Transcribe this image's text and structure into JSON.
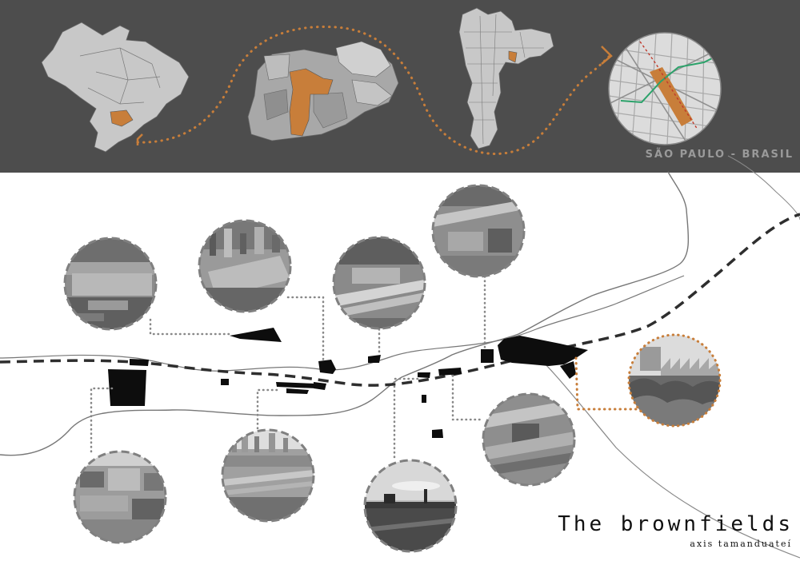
{
  "header": {
    "location_caption": "SÃO PAULO - BRASIL",
    "maps": [
      {
        "name": "brazil-map",
        "highlight": "São Paulo state"
      },
      {
        "name": "state-map",
        "highlight": "Metropolitan region"
      },
      {
        "name": "city-map",
        "highlight": "Tamanduateí area"
      },
      {
        "name": "zoom-map",
        "highlight": "Study corridor"
      }
    ]
  },
  "title": {
    "main": "The brownfields",
    "sub": "axis tamanduateí"
  },
  "photos": [
    {
      "name": "aerial-photo-1",
      "subject": "aerial neighborhood with green field"
    },
    {
      "name": "aerial-photo-2",
      "subject": "aerial with high-rises and vacant lot"
    },
    {
      "name": "aerial-photo-3",
      "subject": "elevated highway interchange"
    },
    {
      "name": "aerial-photo-4",
      "subject": "aerial industrial yard and avenue"
    },
    {
      "name": "photo-5",
      "subject": "industrial rooftops"
    },
    {
      "name": "photo-6",
      "subject": "rail yard and skyline"
    },
    {
      "name": "photo-7",
      "subject": "rail corridor at dusk"
    },
    {
      "name": "photo-8",
      "subject": "warehouse roofs"
    },
    {
      "name": "photo-9",
      "subject": "overgrown brownfield with sawtooth sheds",
      "highlight": true
    }
  ],
  "colors": {
    "accent": "#c87e3a",
    "banner": "#4d4d4d",
    "map_fill": "#c8c8c8",
    "map_dark": "#8f8f8f",
    "lot": "#0d0d0d",
    "river": "#777777",
    "rail": "#2e2e2e",
    "connector": "#888888",
    "photo_frame": "#808080"
  }
}
